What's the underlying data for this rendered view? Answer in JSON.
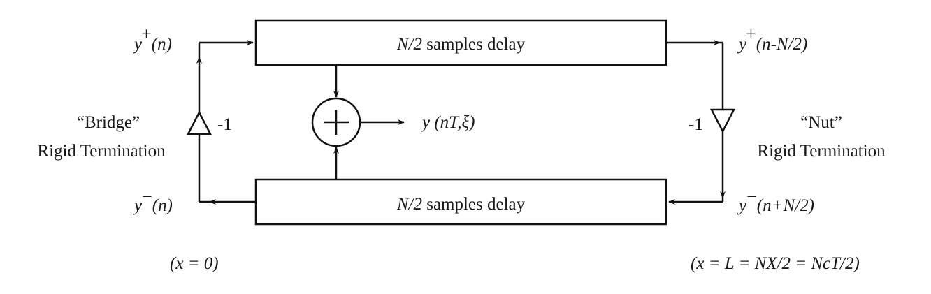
{
  "diagram": {
    "top_delay": {
      "prefix": "N/2",
      "text": " samples delay"
    },
    "bottom_delay": {
      "prefix": "N/2",
      "text": " samples delay"
    },
    "left_termination": {
      "name": "“Bridge”",
      "type": "Rigid Termination",
      "gain": "-1",
      "position": "(x = 0)"
    },
    "right_termination": {
      "name": "“Nut”",
      "type": "Rigid Termination",
      "gain": "-1",
      "position": "(x = L = NX/2 = NcT/2)"
    },
    "signals": {
      "left_top": {
        "base": "y",
        "sup": "+",
        "arg": "(n)"
      },
      "left_bottom": {
        "base": "y",
        "sup": "−",
        "arg": "(n)"
      },
      "right_top": {
        "base": "y",
        "sup": "+",
        "arg": "(n-N/2)"
      },
      "right_bottom": {
        "base": "y",
        "sup": "−",
        "arg": "(n+N/2)"
      },
      "output": "y (nT,ξ)"
    },
    "summer_symbol": "+"
  }
}
